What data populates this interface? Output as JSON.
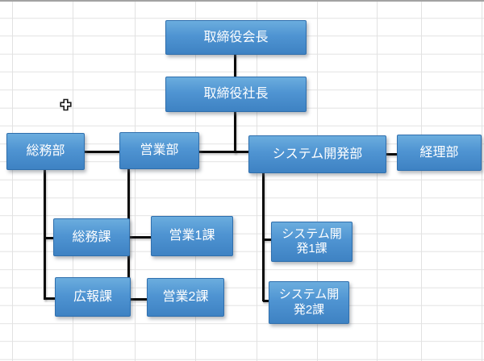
{
  "worksheet": {
    "gridline_color": "#e2e2e2",
    "top_border_color": "#a3a3a3",
    "background": "#ffffff"
  },
  "org_chart": {
    "node_style": {
      "fill_top": "#6badde",
      "fill_bottom": "#3e82c3",
      "border": "#2f6fad",
      "text_color": "#ffffff",
      "connector_color": "#0b0b0b"
    },
    "nodes": [
      {
        "id": "chairman",
        "label": "取締役会長",
        "level": 1
      },
      {
        "id": "president",
        "label": "取締役社長",
        "level": 2
      },
      {
        "id": "general-affairs-dept",
        "label": "総務部",
        "level": 3
      },
      {
        "id": "sales-dept",
        "label": "営業部",
        "level": 3
      },
      {
        "id": "system-dev-dept",
        "label": "システム開発部",
        "level": 3
      },
      {
        "id": "accounting-dept",
        "label": "経理部",
        "level": 3
      },
      {
        "id": "general-affairs-sec",
        "label": "総務課",
        "level": 4
      },
      {
        "id": "sales-sec1",
        "label": "営業1課",
        "level": 4
      },
      {
        "id": "system-dev-sec1",
        "label": "システム開\n発1課",
        "level": 4
      },
      {
        "id": "pr-sec",
        "label": "広報課",
        "level": 4
      },
      {
        "id": "sales-sec2",
        "label": "営業2課",
        "level": 4
      },
      {
        "id": "system-dev-sec2",
        "label": "システム開\n発2課",
        "level": 4
      }
    ]
  },
  "cursor": {
    "type": "excel-cell-cross-cursor"
  }
}
